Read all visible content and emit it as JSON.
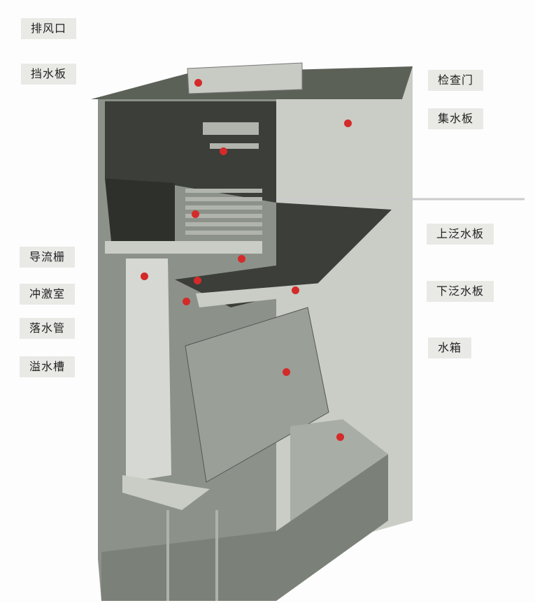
{
  "labels_left": [
    "排风口",
    "挡水板",
    "导流栅",
    "冲激室",
    "落水管",
    "溢水槽"
  ],
  "labels_right": [
    "检查门",
    "集水板",
    "上泛水板",
    "下泛水板",
    "水箱"
  ],
  "colors": {
    "marker": "#d42a2a",
    "dark_panel": "#3b3e39",
    "mid_panel": "#8c9289",
    "light_panel": "#c9cdc5"
  }
}
